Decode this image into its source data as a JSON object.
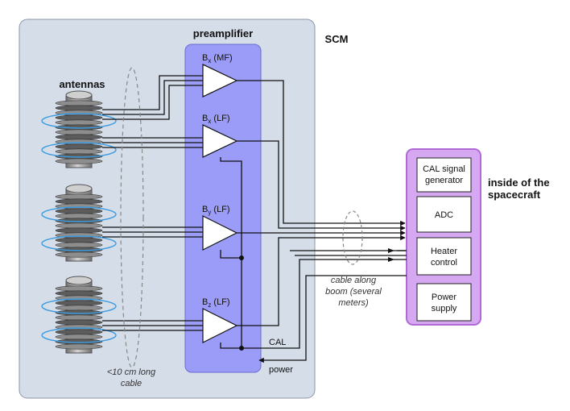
{
  "scm": {
    "title": "SCM"
  },
  "preamp": {
    "title": "preamplifier"
  },
  "antennas": {
    "title": "antennas"
  },
  "amplifiers": [
    {
      "base": "B",
      "sub": "x",
      "suffix": " (MF)"
    },
    {
      "base": "B",
      "sub": "x",
      "suffix": " (LF)"
    },
    {
      "base": "B",
      "sub": "y",
      "suffix": " (LF)"
    },
    {
      "base": "B",
      "sub": "z",
      "suffix": " (LF)"
    }
  ],
  "short_cable": {
    "line1": "<10 cm long",
    "line2": "cable"
  },
  "boom_cable": {
    "line1": "cable along",
    "line2": "boom (several",
    "line3": "meters)"
  },
  "signals": {
    "cal": "CAL",
    "power": "power"
  },
  "spacecraft": {
    "title_line1": "inside of the",
    "title_line2": "spacecraft",
    "boxes": [
      {
        "line1": "CAL signal",
        "line2": "generator"
      },
      {
        "line1": "ADC",
        "line2": ""
      },
      {
        "line1": "Heater",
        "line2": "control"
      },
      {
        "line1": "Power",
        "line2": "supply"
      }
    ]
  },
  "colors": {
    "scm_bg": "#d5dde9",
    "preamp_fill": "#9a9cf7",
    "spacecraft_fill": "#d7a8f2",
    "spacecraft_border": "#b06ad6",
    "coil_blue": "#3a9be0"
  }
}
